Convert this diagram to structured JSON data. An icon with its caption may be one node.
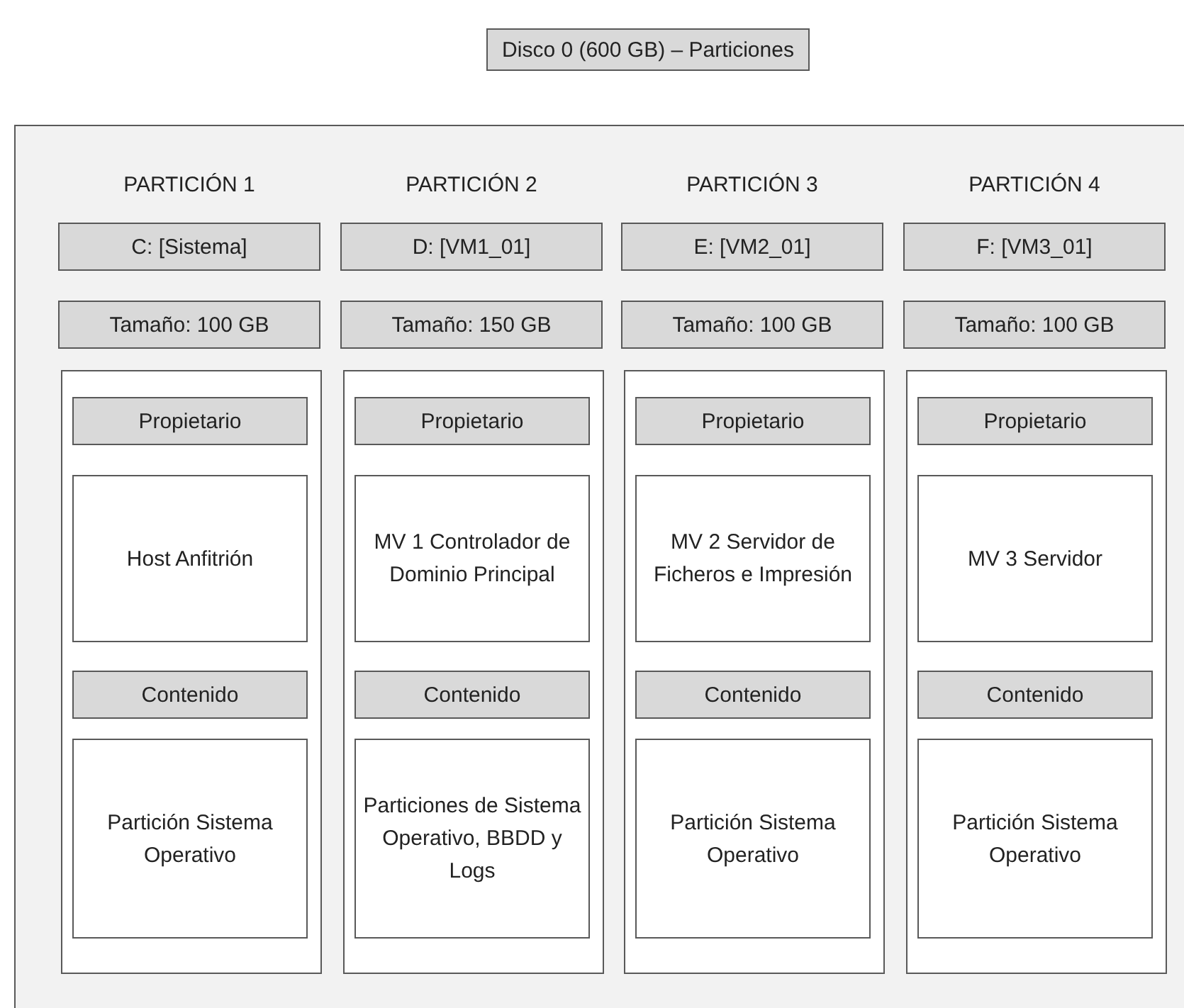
{
  "diagram": {
    "nodes": [
      {
        "text": [
          "Disco 0 (600 GB) – Particiones"
        ]
      },
      {
        "text": [],
        "shape": "box"
      },
      {
        "text": [
          "C: [Sistema]"
        ],
        "in": 1
      },
      {
        "text": [
          "Tamaño: 100 GB"
        ],
        "in": 1
      },
      {
        "text": [],
        "shape": "box",
        "in": 1
      },
      {
        "text": [
          "Propietario"
        ],
        "in": 4
      },
      {
        "text": [
          "Host Anfitrión"
        ],
        "in": 4
      },
      {
        "text": [
          "Contenido"
        ],
        "in": 4
      },
      {
        "text": [
          "Partición Sistema Operativo"
        ],
        "in": 4
      },
      {
        "text": [
          "D: [VM1_01]"
        ],
        "in": 1
      },
      {
        "text": [
          "Tamaño: 150 GB"
        ],
        "in": 1
      },
      {
        "text": [],
        "shape": "box",
        "in": 1
      },
      {
        "text": [
          "Propietario"
        ],
        "in": 11
      },
      {
        "text": [
          "MV 1 Controlador de Dominio Principal"
        ],
        "in": 11
      },
      {
        "text": [
          "Contenido"
        ],
        "in": 11
      },
      {
        "text": [
          "Particiones de Sistema Operativo, BBDD y Logs"
        ],
        "in": 11
      },
      {
        "text": [
          "E: [VM2_01]"
        ],
        "in": 1
      },
      {
        "text": [
          "Tamaño: 100 GB"
        ],
        "in": 1
      },
      {
        "text": [],
        "shape": "box",
        "in": 1
      },
      {
        "text": [
          "Propietario"
        ],
        "in": 18
      },
      {
        "text": [
          "MV 2 Servidor de Ficheros e Impresión"
        ],
        "in": 18
      },
      {
        "text": [
          "Contenido"
        ],
        "in": 18
      },
      {
        "text": [
          "Partición Sistema Operativo"
        ],
        "in": 18
      },
      {
        "text": [
          "F: [VM3_01]"
        ],
        "in": 1
      },
      {
        "text": [
          "Tamaño: 100 GB"
        ],
        "in": 1
      },
      {
        "text": [],
        "shape": "box",
        "in": 1
      },
      {
        "text": [
          "Propietario"
        ],
        "in": 25
      },
      {
        "text": [
          "MV 3 Servidor"
        ],
        "in": 25
      },
      {
        "text": [
          "Contenido"
        ],
        "in": 25
      },
      {
        "text": [
          "Partición Sistema Operativo"
        ],
        "in": 25
      }
    ],
    "edges": [],
    "labels": [
      "PARTICIÓN 1",
      "PARTICIÓN 2",
      "PARTICIÓN 3",
      "PARTICIÓN 4"
    ]
  }
}
